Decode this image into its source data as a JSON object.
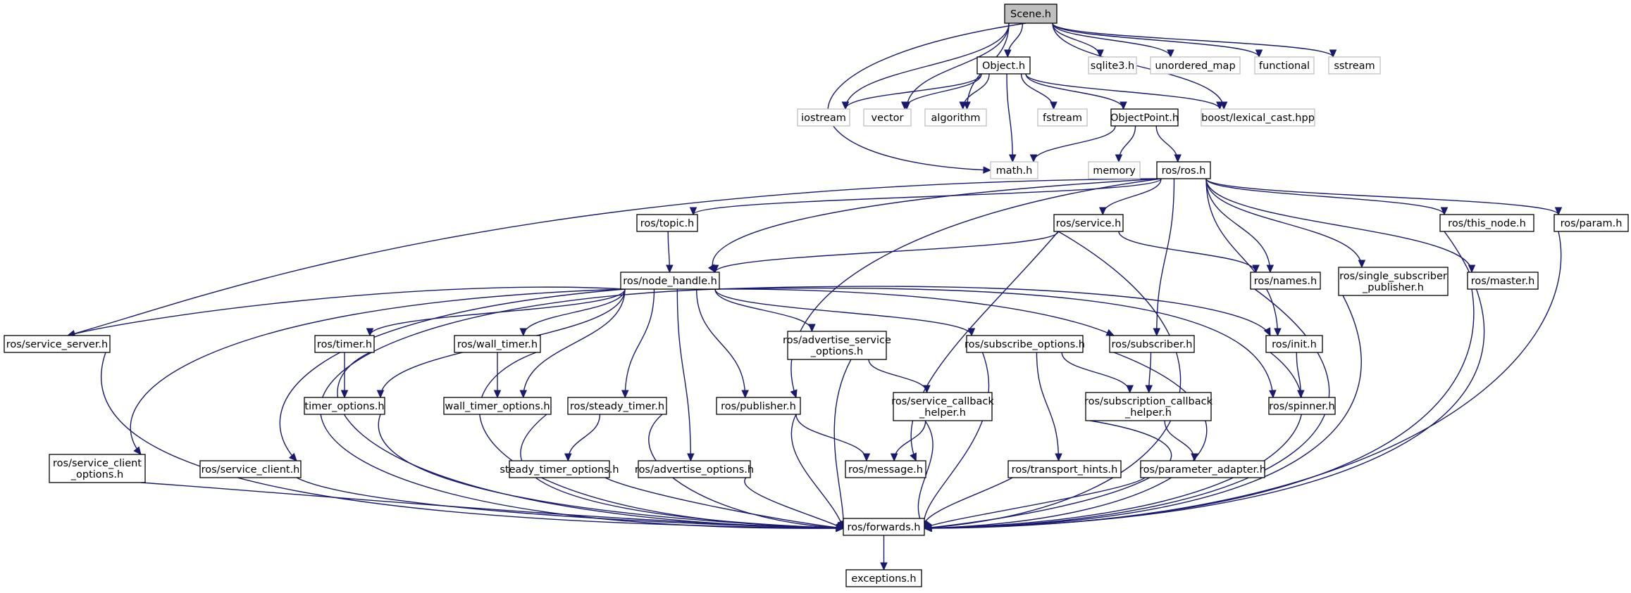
{
  "colors": {
    "edge": "#191970",
    "node_border": "#000000",
    "external_border": "#bfbfbf",
    "root_fill": "#bfbfbf",
    "node_fill": "#ffffff"
  },
  "nodes": [
    {
      "id": "scene",
      "label": [
        "Scene.h"
      ],
      "kind": "root"
    },
    {
      "id": "object",
      "label": [
        "Object.h"
      ],
      "kind": "file"
    },
    {
      "id": "sqlite3",
      "label": [
        "sqlite3.h"
      ],
      "kind": "external"
    },
    {
      "id": "unordered_map",
      "label": [
        "unordered_map"
      ],
      "kind": "external"
    },
    {
      "id": "functional",
      "label": [
        "functional"
      ],
      "kind": "external"
    },
    {
      "id": "sstream",
      "label": [
        "sstream"
      ],
      "kind": "external"
    },
    {
      "id": "iostream",
      "label": [
        "iostream"
      ],
      "kind": "external"
    },
    {
      "id": "vector",
      "label": [
        "vector"
      ],
      "kind": "external"
    },
    {
      "id": "algorithm",
      "label": [
        "algorithm"
      ],
      "kind": "external"
    },
    {
      "id": "fstream",
      "label": [
        "fstream"
      ],
      "kind": "external"
    },
    {
      "id": "objectpoint",
      "label": [
        "ObjectPoint.h"
      ],
      "kind": "file"
    },
    {
      "id": "lexical_cast",
      "label": [
        "boost/lexical_cast.hpp"
      ],
      "kind": "external"
    },
    {
      "id": "math",
      "label": [
        "math.h"
      ],
      "kind": "external"
    },
    {
      "id": "memory",
      "label": [
        "memory"
      ],
      "kind": "external"
    },
    {
      "id": "ros",
      "label": [
        "ros/ros.h"
      ],
      "kind": "file"
    },
    {
      "id": "topic",
      "label": [
        "ros/topic.h"
      ],
      "kind": "file"
    },
    {
      "id": "service",
      "label": [
        "ros/service.h"
      ],
      "kind": "file"
    },
    {
      "id": "this_node",
      "label": [
        "ros/this_node.h"
      ],
      "kind": "file"
    },
    {
      "id": "param",
      "label": [
        "ros/param.h"
      ],
      "kind": "file"
    },
    {
      "id": "node_handle",
      "label": [
        "ros/node_handle.h"
      ],
      "kind": "file"
    },
    {
      "id": "names",
      "label": [
        "ros/names.h"
      ],
      "kind": "file"
    },
    {
      "id": "single_sub_pub",
      "label": [
        "ros/single_subscriber",
        "_publisher.h"
      ],
      "kind": "file"
    },
    {
      "id": "master",
      "label": [
        "ros/master.h"
      ],
      "kind": "file"
    },
    {
      "id": "service_server",
      "label": [
        "ros/service_server.h"
      ],
      "kind": "file"
    },
    {
      "id": "timer",
      "label": [
        "ros/timer.h"
      ],
      "kind": "file"
    },
    {
      "id": "wall_timer",
      "label": [
        "ros/wall_timer.h"
      ],
      "kind": "file"
    },
    {
      "id": "adv_service_opts",
      "label": [
        "ros/advertise_service",
        "_options.h"
      ],
      "kind": "file"
    },
    {
      "id": "subscribe_opts",
      "label": [
        "ros/subscribe_options.h"
      ],
      "kind": "file"
    },
    {
      "id": "subscriber",
      "label": [
        "ros/subscriber.h"
      ],
      "kind": "file"
    },
    {
      "id": "init",
      "label": [
        "ros/init.h"
      ],
      "kind": "file"
    },
    {
      "id": "timer_options",
      "label": [
        "timer_options.h"
      ],
      "kind": "file"
    },
    {
      "id": "wall_timer_options",
      "label": [
        "wall_timer_options.h"
      ],
      "kind": "file"
    },
    {
      "id": "steady_timer",
      "label": [
        "ros/steady_timer.h"
      ],
      "kind": "file"
    },
    {
      "id": "publisher",
      "label": [
        "ros/publisher.h"
      ],
      "kind": "file"
    },
    {
      "id": "service_cb_helper",
      "label": [
        "ros/service_callback",
        "_helper.h"
      ],
      "kind": "file"
    },
    {
      "id": "subscription_cb_helper",
      "label": [
        "ros/subscription_callback",
        "_helper.h"
      ],
      "kind": "file"
    },
    {
      "id": "spinner",
      "label": [
        "ros/spinner.h"
      ],
      "kind": "file"
    },
    {
      "id": "service_client_opts",
      "label": [
        "ros/service_client",
        "_options.h"
      ],
      "kind": "file"
    },
    {
      "id": "service_client",
      "label": [
        "ros/service_client.h"
      ],
      "kind": "file"
    },
    {
      "id": "steady_timer_options",
      "label": [
        "steady_timer_options.h"
      ],
      "kind": "file"
    },
    {
      "id": "advertise_options",
      "label": [
        "ros/advertise_options.h"
      ],
      "kind": "file"
    },
    {
      "id": "message",
      "label": [
        "ros/message.h"
      ],
      "kind": "file"
    },
    {
      "id": "transport_hints",
      "label": [
        "ros/transport_hints.h"
      ],
      "kind": "file"
    },
    {
      "id": "parameter_adapter",
      "label": [
        "ros/parameter_adapter.h"
      ],
      "kind": "file"
    },
    {
      "id": "forwards",
      "label": [
        "ros/forwards.h"
      ],
      "kind": "file"
    },
    {
      "id": "exceptions",
      "label": [
        "exceptions.h"
      ],
      "kind": "file"
    }
  ],
  "edges": [
    [
      "scene",
      "object"
    ],
    [
      "scene",
      "sqlite3"
    ],
    [
      "scene",
      "unordered_map"
    ],
    [
      "scene",
      "functional"
    ],
    [
      "scene",
      "sstream"
    ],
    [
      "scene",
      "iostream"
    ],
    [
      "scene",
      "vector"
    ],
    [
      "scene",
      "algorithm"
    ],
    [
      "scene",
      "lexical_cast"
    ],
    [
      "scene",
      "math"
    ],
    [
      "object",
      "iostream"
    ],
    [
      "object",
      "vector"
    ],
    [
      "object",
      "algorithm"
    ],
    [
      "object",
      "fstream"
    ],
    [
      "object",
      "objectpoint"
    ],
    [
      "object",
      "lexical_cast"
    ],
    [
      "object",
      "math"
    ],
    [
      "objectpoint",
      "math"
    ],
    [
      "objectpoint",
      "memory"
    ],
    [
      "objectpoint",
      "ros"
    ],
    [
      "ros",
      "topic"
    ],
    [
      "ros",
      "service"
    ],
    [
      "ros",
      "this_node"
    ],
    [
      "ros",
      "param"
    ],
    [
      "ros",
      "node_handle"
    ],
    [
      "ros",
      "names"
    ],
    [
      "ros",
      "single_sub_pub"
    ],
    [
      "ros",
      "master"
    ],
    [
      "ros",
      "service_server"
    ],
    [
      "ros",
      "publisher"
    ],
    [
      "ros",
      "subscriber"
    ],
    [
      "ros",
      "init"
    ],
    [
      "topic",
      "node_handle"
    ],
    [
      "service",
      "node_handle"
    ],
    [
      "service",
      "names"
    ],
    [
      "service",
      "message"
    ],
    [
      "service",
      "forwards"
    ],
    [
      "this_node",
      "forwards"
    ],
    [
      "param",
      "forwards"
    ],
    [
      "names",
      "forwards"
    ],
    [
      "single_sub_pub",
      "forwards"
    ],
    [
      "master",
      "forwards"
    ],
    [
      "node_handle",
      "service_server"
    ],
    [
      "node_handle",
      "timer"
    ],
    [
      "node_handle",
      "wall_timer"
    ],
    [
      "node_handle",
      "adv_service_opts"
    ],
    [
      "node_handle",
      "subscribe_opts"
    ],
    [
      "node_handle",
      "subscriber"
    ],
    [
      "node_handle",
      "init"
    ],
    [
      "node_handle",
      "timer_options"
    ],
    [
      "node_handle",
      "wall_timer_options"
    ],
    [
      "node_handle",
      "steady_timer"
    ],
    [
      "node_handle",
      "publisher"
    ],
    [
      "node_handle",
      "advertise_options"
    ],
    [
      "node_handle",
      "service_client"
    ],
    [
      "node_handle",
      "service_client_opts"
    ],
    [
      "node_handle",
      "spinner"
    ],
    [
      "node_handle",
      "forwards"
    ],
    [
      "service_server",
      "forwards"
    ],
    [
      "timer",
      "timer_options"
    ],
    [
      "timer",
      "forwards"
    ],
    [
      "wall_timer",
      "wall_timer_options"
    ],
    [
      "wall_timer",
      "forwards"
    ],
    [
      "adv_service_opts",
      "service_cb_helper"
    ],
    [
      "adv_service_opts",
      "forwards"
    ],
    [
      "subscribe_opts",
      "subscription_cb_helper"
    ],
    [
      "subscribe_opts",
      "transport_hints"
    ],
    [
      "subscribe_opts",
      "forwards"
    ],
    [
      "subscriber",
      "subscription_cb_helper"
    ],
    [
      "subscriber",
      "forwards"
    ],
    [
      "init",
      "spinner"
    ],
    [
      "init",
      "forwards"
    ],
    [
      "timer_options",
      "forwards"
    ],
    [
      "wall_timer_options",
      "forwards"
    ],
    [
      "steady_timer",
      "steady_timer_options"
    ],
    [
      "steady_timer",
      "forwards"
    ],
    [
      "publisher",
      "message"
    ],
    [
      "publisher",
      "forwards"
    ],
    [
      "service_cb_helper",
      "message"
    ],
    [
      "service_cb_helper",
      "forwards"
    ],
    [
      "subscription_cb_helper",
      "parameter_adapter"
    ],
    [
      "subscription_cb_helper",
      "forwards"
    ],
    [
      "service_client_opts",
      "forwards"
    ],
    [
      "service_client",
      "forwards"
    ],
    [
      "steady_timer_options",
      "forwards"
    ],
    [
      "advertise_options",
      "forwards"
    ],
    [
      "transport_hints",
      "forwards"
    ],
    [
      "parameter_adapter",
      "forwards"
    ],
    [
      "forwards",
      "exceptions"
    ]
  ]
}
